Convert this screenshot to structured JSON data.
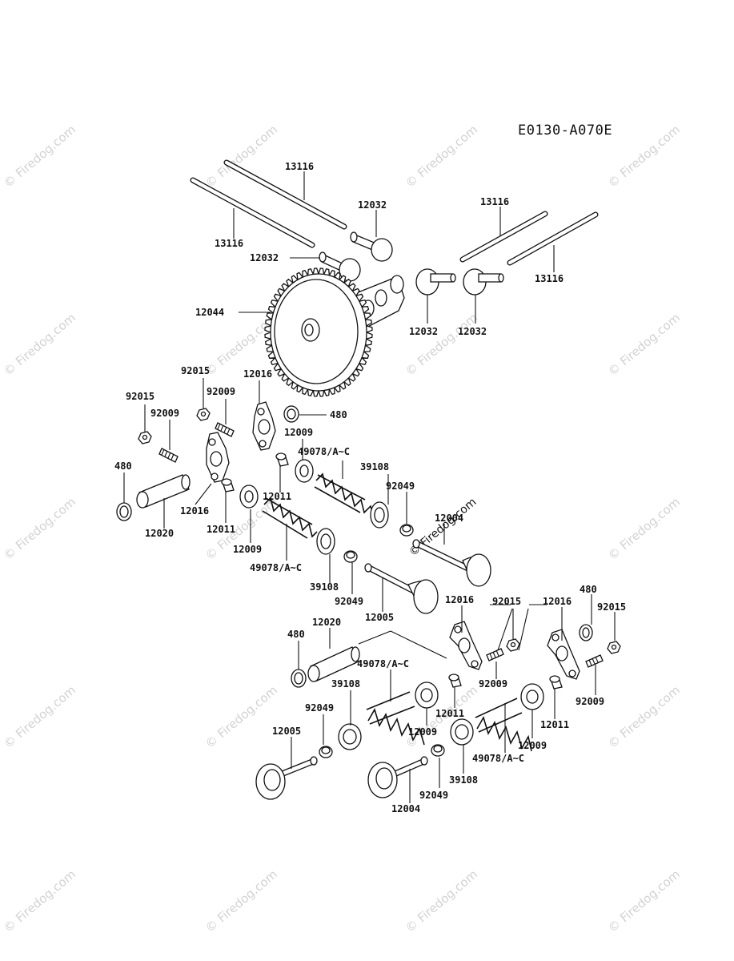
{
  "diagram": {
    "code": "E0130-A070E",
    "watermark": "© Firedog.com",
    "labels": {
      "l13116a": "13116",
      "l13116b": "13116",
      "l13116c": "13116",
      "l13116d": "13116",
      "l12032a": "12032",
      "l12032b": "12032",
      "l12032c": "12032",
      "l12032d": "12032",
      "l12044": "12044",
      "l92015a": "92015",
      "l92015b": "92015",
      "l92015c": "92015",
      "l92015d": "92015",
      "l12016a": "12016",
      "l12016b": "12016",
      "l12016c": "12016",
      "l12016d": "12016",
      "l92009a": "92009",
      "l92009b": "92009",
      "l92009c": "92009",
      "l92009d": "92009",
      "l480a": "480",
      "l480b": "480",
      "l480c": "480",
      "l480d": "480",
      "l12009a": "12009",
      "l12009b": "12009",
      "l12009c": "12009",
      "l12009d": "12009",
      "l49078a": "49078/A~C",
      "l49078b": "49078/A~C",
      "l49078c": "49078/A~C",
      "l49078d": "49078/A~C",
      "l39108a": "39108",
      "l39108b": "39108",
      "l39108c": "39108",
      "l39108d": "39108",
      "l92049a": "92049",
      "l92049b": "92049",
      "l92049c": "92049",
      "l92049d": "92049",
      "l12011a": "12011",
      "l12011b": "12011",
      "l12011c": "12011",
      "l12011d": "12011",
      "l12020a": "12020",
      "l12020b": "12020",
      "l12004a": "12004",
      "l12004b": "12004",
      "l12005a": "12005",
      "l12005b": "12005"
    }
  }
}
